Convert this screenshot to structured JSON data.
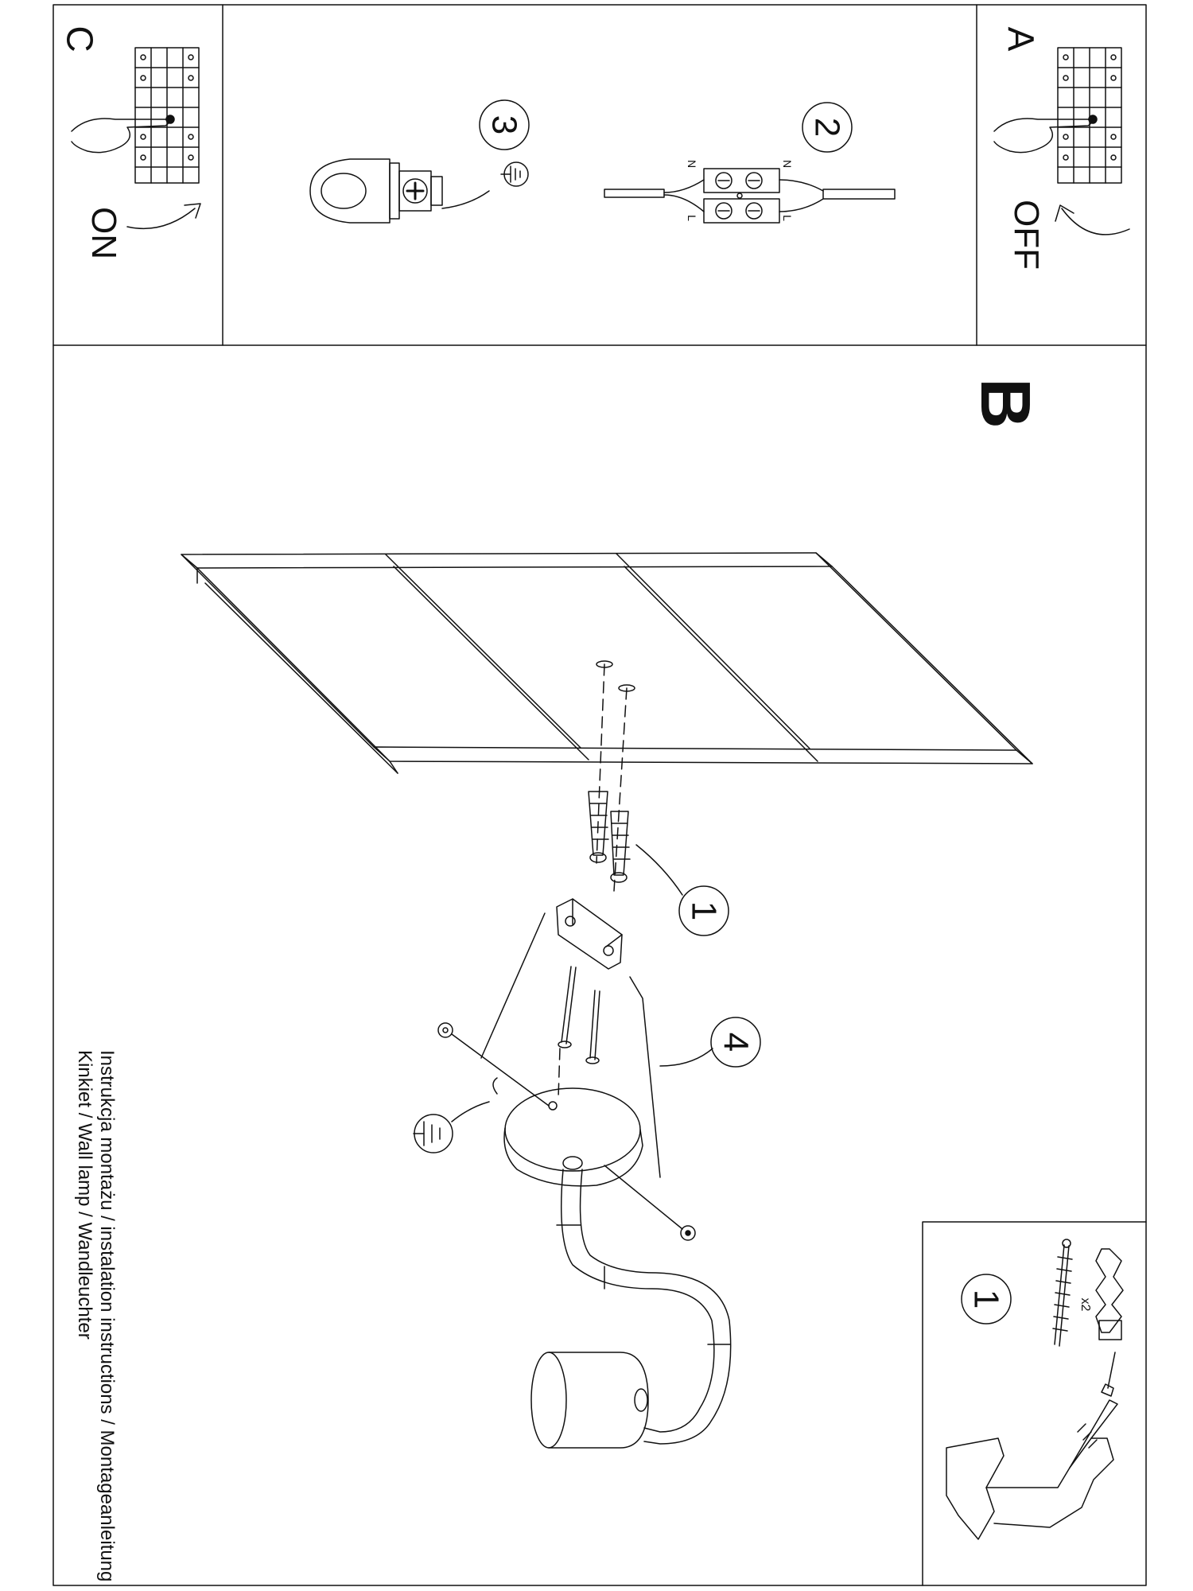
{
  "document": {
    "caption_line1": "Instrukcja montażu / instalation instructions / Montageanleitung",
    "caption_line2": "Kinkiet / Wall lamp / Wandleuchter"
  },
  "panels": {
    "a": {
      "letter": "A",
      "label": "OFF",
      "icon": "hand-pressing-breaker-icon"
    },
    "b": {
      "letter": "B"
    },
    "c": {
      "letter": "C",
      "label": "ON",
      "icon": "hand-pressing-breaker-icon"
    }
  },
  "steps": {
    "s1": "1",
    "s2": "2",
    "s3": "3",
    "s4": "4",
    "kit_step": "1"
  },
  "connector": {
    "n_label": "N",
    "l_label": "L"
  },
  "kit": {
    "quantity": "x2"
  },
  "colors": {
    "line": "#111111",
    "paper": "#ffffff"
  }
}
